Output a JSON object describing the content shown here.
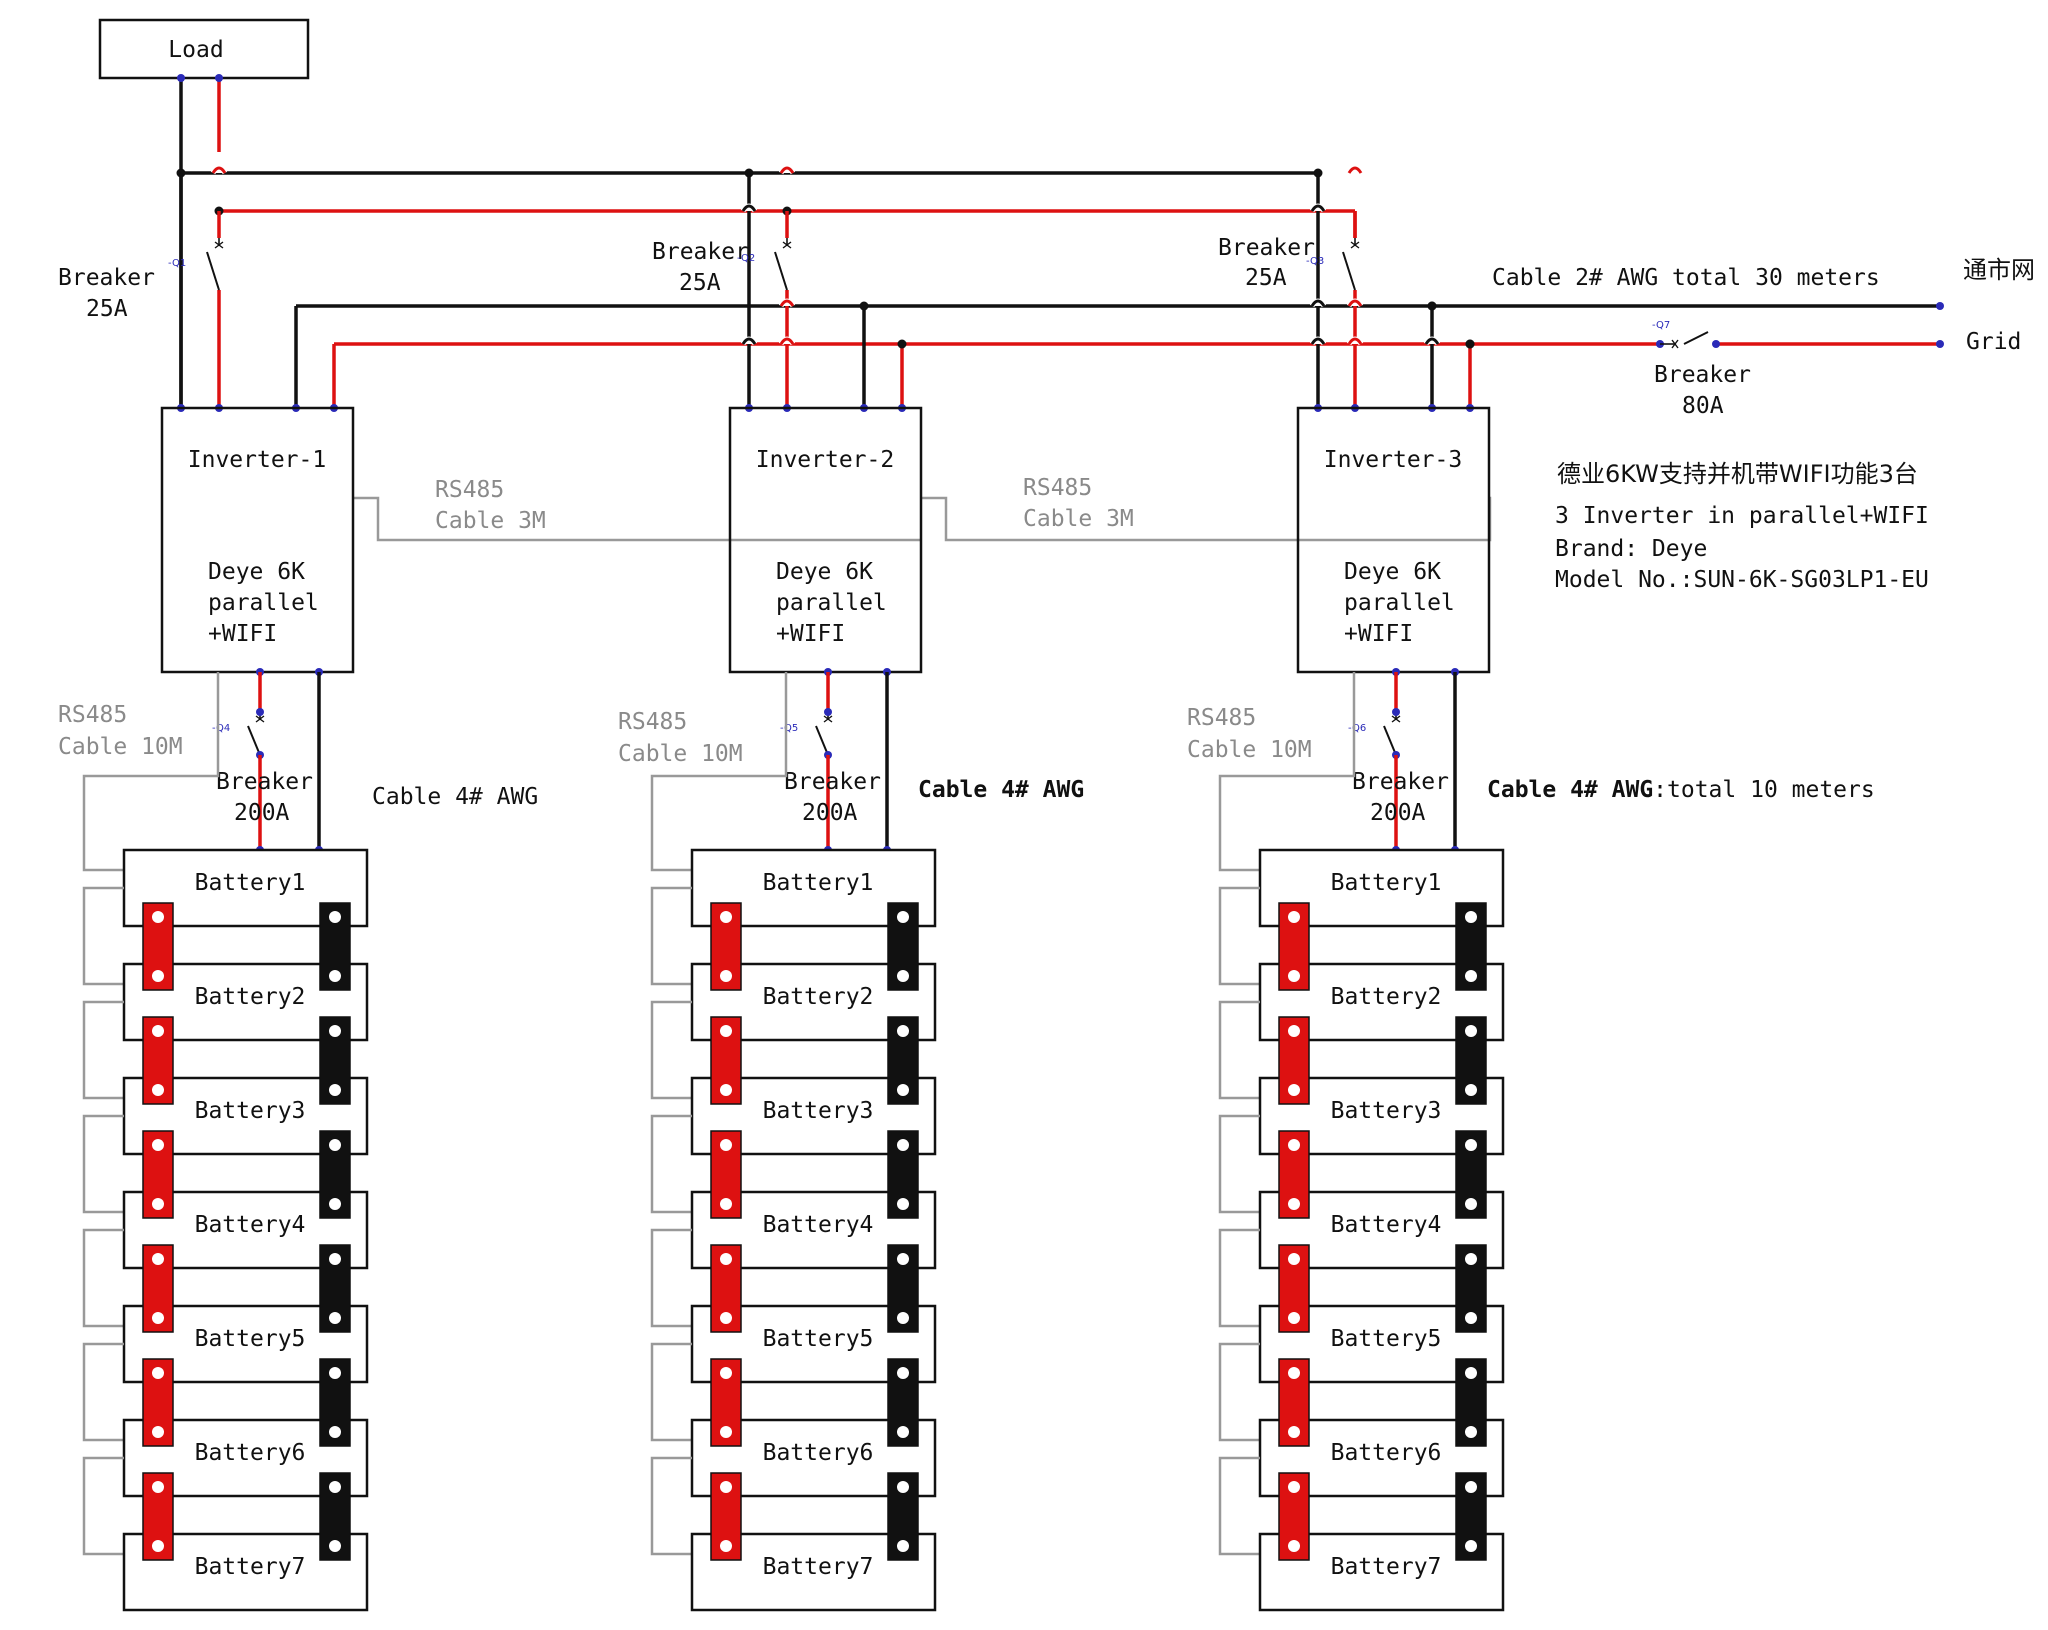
{
  "load_label": "Load",
  "grid": {
    "cn_label": "通市网",
    "en_label": "Grid"
  },
  "ac_cable_label": "Cable 2# AWG total 30 meters",
  "grid_breaker": {
    "tag": "-Q7",
    "label": "Breaker",
    "rating": "80A"
  },
  "info": {
    "title_cn": "德业6KW支持并机带WIFI功能3台",
    "line1": "3 Inverter in parallel+WIFI",
    "line2": "Brand: Deye",
    "line3": "Model No.:SUN-6K-SG03LP1-EU"
  },
  "colors": {
    "positive": "#dd1111",
    "negative": "#111111",
    "comm": "#999999",
    "node": "#2a2ab8"
  },
  "systems": [
    {
      "inverter_name": "Inverter-1",
      "inverter_desc": [
        "Deye 6K",
        "parallel",
        "+WIFI"
      ],
      "ac_breaker": {
        "tag": "-Q1",
        "label": "Breaker",
        "rating": "25A"
      },
      "link_rs485": {
        "label": "RS485",
        "cable": "Cable 3M"
      },
      "bat_rs485": {
        "label": "RS485",
        "cable": "Cable 10M"
      },
      "dc_breaker": {
        "tag": "-Q4",
        "label": "Breaker",
        "rating": "200A"
      },
      "dc_cable": {
        "prefix": "Cable 4# AWG",
        "suffix": "",
        "bold": false
      },
      "batteries": [
        "Battery1",
        "Battery2",
        "Battery3",
        "Battery4",
        "Battery5",
        "Battery6",
        "Battery7"
      ]
    },
    {
      "inverter_name": "Inverter-2",
      "inverter_desc": [
        "Deye 6K",
        "parallel",
        "+WIFI"
      ],
      "ac_breaker": {
        "tag": "-Q2",
        "label": "Breaker",
        "rating": "25A"
      },
      "link_rs485": {
        "label": "RS485",
        "cable": "Cable 3M"
      },
      "bat_rs485": {
        "label": "RS485",
        "cable": "Cable 10M"
      },
      "dc_breaker": {
        "tag": "-Q5",
        "label": "Breaker",
        "rating": "200A"
      },
      "dc_cable": {
        "prefix": "Cable 4# AWG",
        "suffix": "",
        "bold": true
      },
      "batteries": [
        "Battery1",
        "Battery2",
        "Battery3",
        "Battery4",
        "Battery5",
        "Battery6",
        "Battery7"
      ]
    },
    {
      "inverter_name": "Inverter-3",
      "inverter_desc": [
        "Deye 6K",
        "parallel",
        "+WIFI"
      ],
      "ac_breaker": {
        "tag": "-Q3",
        "label": "Breaker",
        "rating": "25A"
      },
      "link_rs485": {
        "label": "",
        "cable": ""
      },
      "bat_rs485": {
        "label": "RS485",
        "cable": "Cable 10M"
      },
      "dc_breaker": {
        "tag": "-Q6",
        "label": "Breaker",
        "rating": "200A"
      },
      "dc_cable": {
        "prefix": "Cable 4# AWG",
        "suffix": ":total 10 meters",
        "bold": true
      },
      "batteries": [
        "Battery1",
        "Battery2",
        "Battery3",
        "Battery4",
        "Battery5",
        "Battery6",
        "Battery7"
      ]
    }
  ]
}
